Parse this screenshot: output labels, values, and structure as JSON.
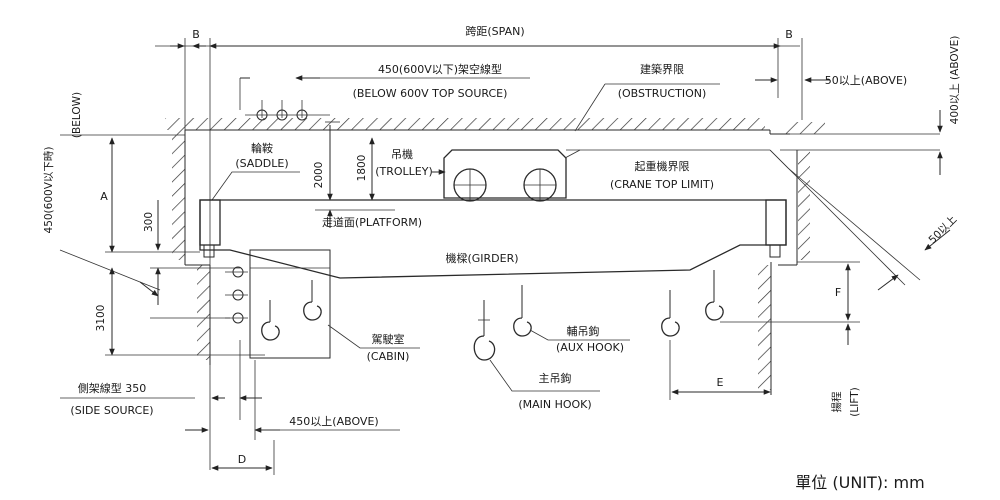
{
  "labels": {
    "span": "跨距(SPAN)",
    "b_left": "B",
    "b_right": "B",
    "top_source_title": "450(600V以下)架空線型",
    "top_source_en": "(BELOW 600V TOP SOURCE)",
    "obstruction_title": "建築界限",
    "obstruction_en": "(OBSTRUCTION)",
    "above_50": "50以上(ABOVE)",
    "above_400": "400以上 (ABOVE)",
    "below_label": "(BELOW)",
    "below_450": "450(600V以下時)",
    "saddle_title": "輪鞍",
    "saddle_en": "(SADDLE)",
    "trolley_title": "吊機",
    "trolley_en": "(TROLLEY)",
    "crane_top_title": "起重機界限",
    "crane_top_en": "(CRANE TOP LIMIT)",
    "dim_2000": "2000",
    "dim_1800": "1800",
    "dim_a": "A",
    "dim_300": "300",
    "platform": "走道面(PLATFORM)",
    "girder": "機樑(GIRDER)",
    "dim_3100": "3100",
    "cabin_title": "駕駛室",
    "cabin_en": "(CABIN)",
    "aux_hook_title": "輔吊鉤",
    "aux_hook_en": "(AUX HOOK)",
    "main_hook_title": "主吊鉤",
    "main_hook_en": "(MAIN HOOK)",
    "side_source_title": "側架線型 350",
    "side_source_en": "(SIDE SOURCE)",
    "above_450": "450以上(ABOVE)",
    "dim_d": "D",
    "dim_e": "E",
    "dim_f": "F",
    "lift_title": "揚程",
    "lift_en": "(LIFT)",
    "diag_50": "50以上",
    "unit": "單位 (UNIT): mm"
  },
  "colors": {
    "girder_fill": "#dcecf9",
    "line": "#2a2a2a",
    "background": "#ffffff"
  }
}
